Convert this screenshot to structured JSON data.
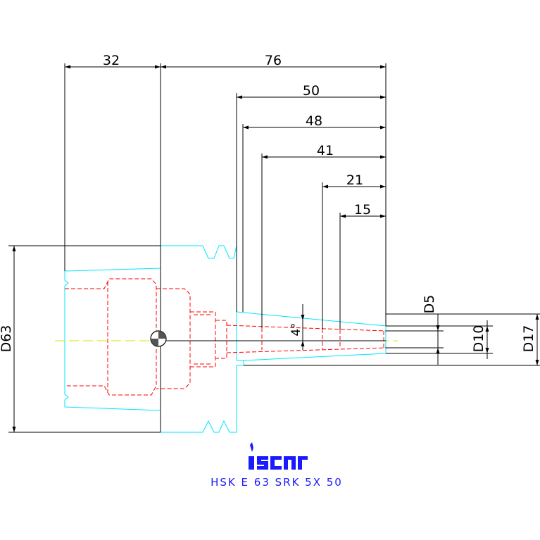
{
  "dimensions": {
    "d32": "32",
    "d76": "76",
    "d50": "50",
    "d48": "48",
    "d41": "41",
    "d21": "21",
    "d15": "15",
    "dD63": "D63",
    "dD5": "D5",
    "dD10": "D10",
    "dD17": "D17",
    "angle": "4°"
  },
  "logo": "iscar",
  "caption": "HSK E 63 SRK 5X 50",
  "colors": {
    "dimension": "#000000",
    "outline": "#00e5ff",
    "hidden": "#ff0000",
    "centerline": "#e0e000",
    "logo": "#1a1aff"
  }
}
